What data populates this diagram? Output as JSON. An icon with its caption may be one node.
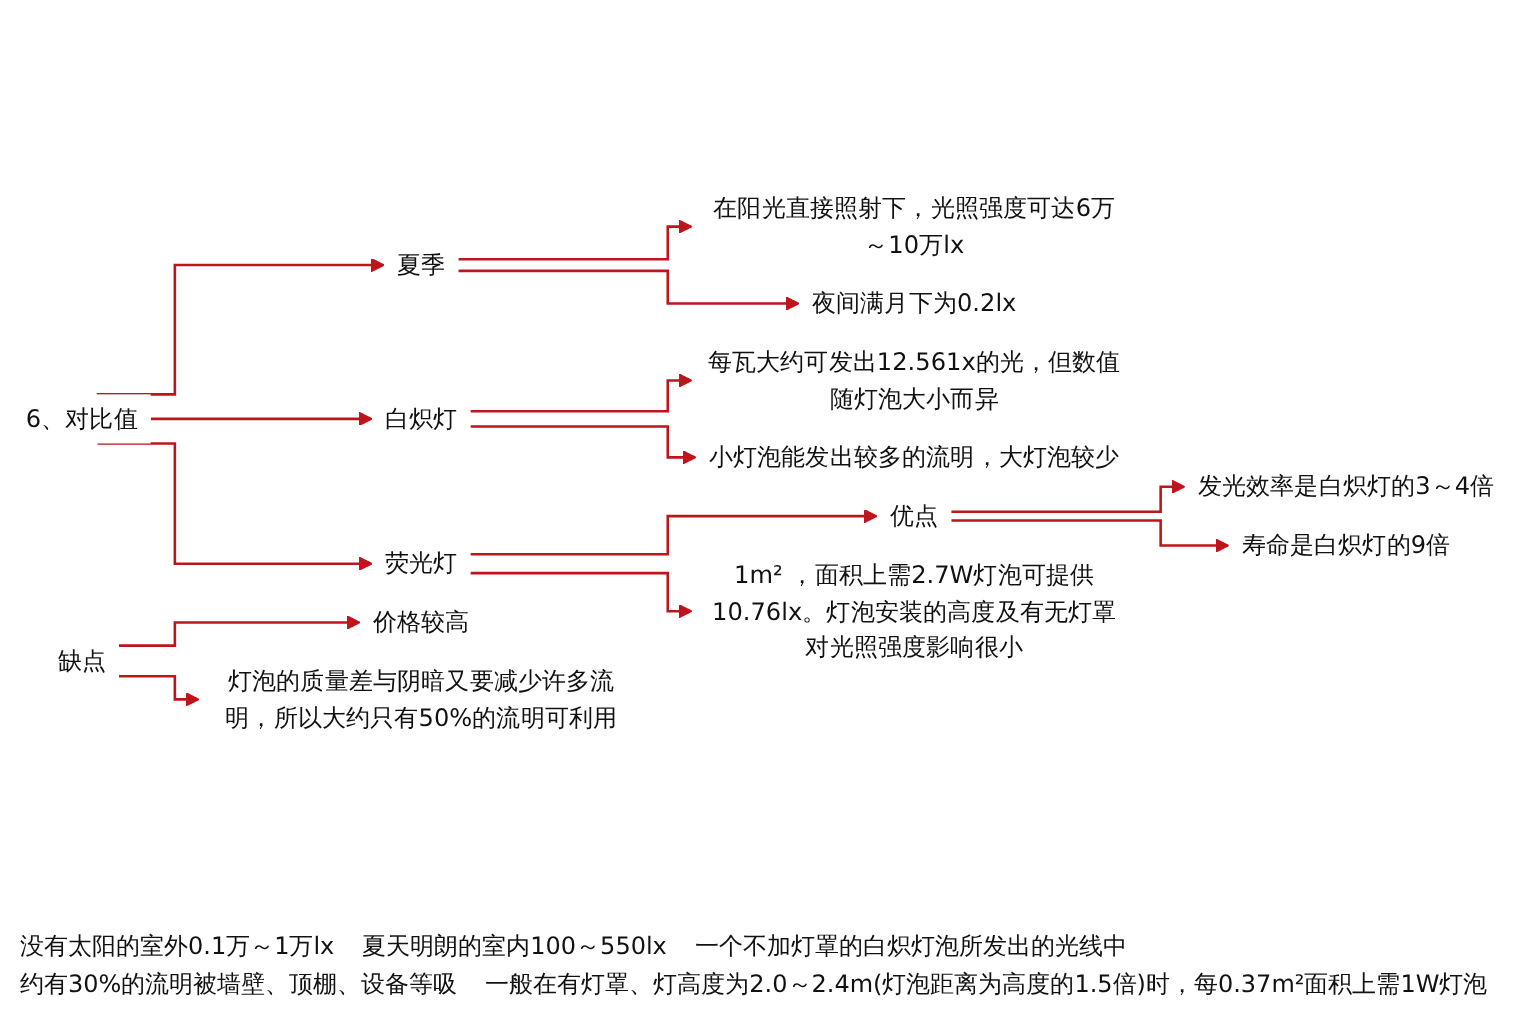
{
  "diagram": {
    "nodes": [
      {
        "text": [
          "6、对比值"
        ]
      },
      {
        "text": [
          "夏季"
        ]
      },
      {
        "text": [
          "在阳光直接照射下，光照强度可达6万～10万lx"
        ]
      },
      {
        "text": [
          "夜间满月下为0.2lx"
        ]
      },
      {
        "text": [
          "白炽灯"
        ]
      },
      {
        "text": [
          "每瓦大约可发出12.561x的光，但数值随灯泡大小而异"
        ]
      },
      {
        "text": [
          "小灯泡能发出较多的流明，大灯泡较少"
        ]
      },
      {
        "text": [
          "荧光灯"
        ]
      },
      {
        "text": [
          "优点"
        ]
      },
      {
        "text": [
          "发光效率是白炽灯的3～4倍"
        ]
      },
      {
        "text": [
          "寿命是白炽灯的9倍"
        ]
      },
      {
        "text": [
          "缺点"
        ]
      },
      {
        "text": [
          "价格较高"
        ]
      },
      {
        "text": [
          "灯泡的质量差与阴暗又要减少许多流明，所以大约只有50%的流明可利用"
        ]
      },
      {
        "text": [
          "1m² ，面积上需2.7W灯泡可提供10.76lx。灯泡安装的高度及有无灯罩对光照强度影响很小"
        ]
      }
    ],
    "edges": [
      {
        "from": 0,
        "to": 1,
        "arrow": "to"
      },
      {
        "from": 0,
        "to": 4,
        "arrow": "to"
      },
      {
        "from": 0,
        "to": 7,
        "arrow": "to"
      },
      {
        "from": 1,
        "to": 2,
        "arrow": "to"
      },
      {
        "from": 1,
        "to": 3,
        "arrow": "to"
      },
      {
        "from": 4,
        "to": 5,
        "arrow": "to"
      },
      {
        "from": 4,
        "to": 6,
        "arrow": "to"
      },
      {
        "from": 7,
        "to": 8,
        "arrow": "to"
      },
      {
        "from": 7,
        "to": 14,
        "arrow": "to"
      },
      {
        "from": 8,
        "to": 9,
        "arrow": "to"
      },
      {
        "from": 8,
        "to": 10,
        "arrow": "to"
      },
      {
        "from": 11,
        "to": 12,
        "arrow": "to"
      },
      {
        "from": 11,
        "to": 13,
        "arrow": "to"
      }
    ],
    "labels": [
      "没有太阳的室外0.1万～1万lx",
      "夏天明朗的室内100～550lx",
      "一个不加灯罩的白炽灯泡所发出的光线中",
      "约有30%的流明被墙壁、顶棚、设备等吸",
      "一般在有灯罩、灯高度为2.0～2.4m(灯泡距离为高度的1.5倍)时，每0.37m²面积上需1W灯泡"
    ]
  }
}
